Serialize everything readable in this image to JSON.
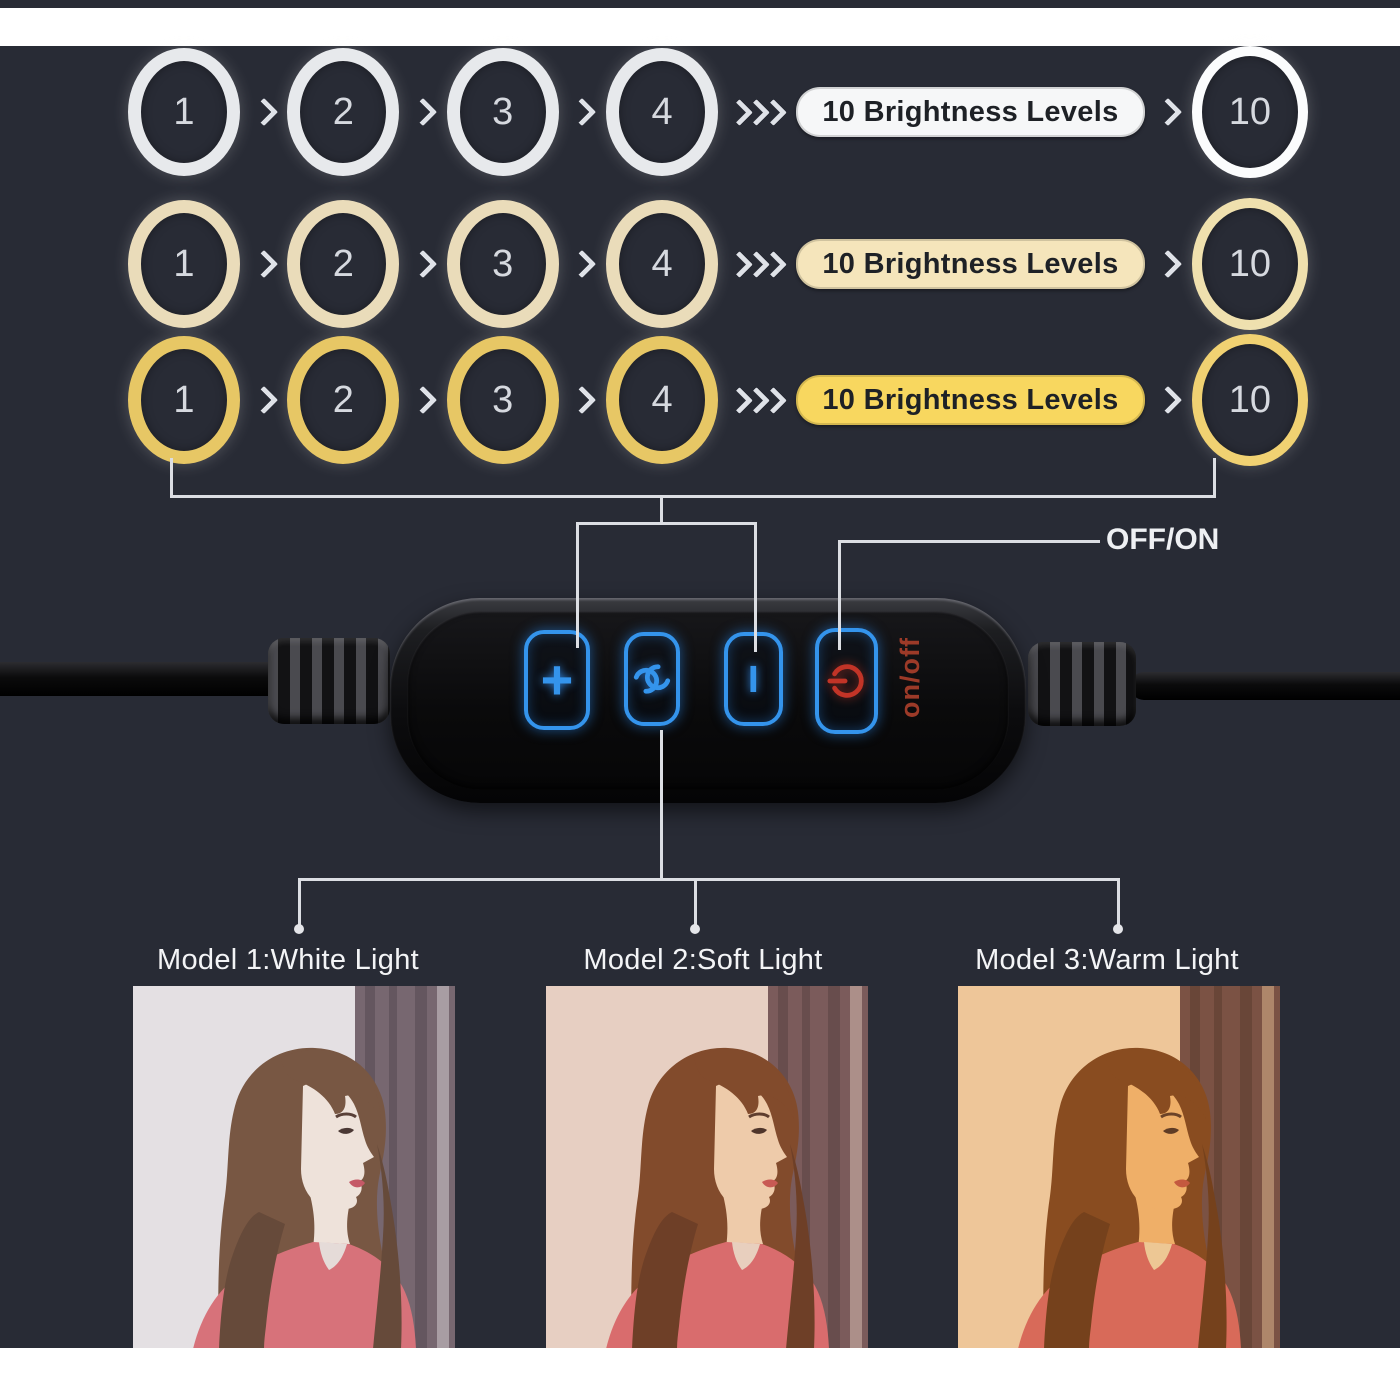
{
  "page": {
    "panel_background": "#282b35",
    "letterbox_color": "#ffffff",
    "line_color": "#dcdee3"
  },
  "icons": {
    "step_arrow": "chevron-right",
    "fast_arrow": "triple-chevron-right",
    "mode_icon": "color-cycle-swirl",
    "power_icon": "power-symbol"
  },
  "brightness_flows": [
    {
      "light": "white",
      "steps": [
        "1",
        "2",
        "3",
        "4"
      ],
      "final_step": "10",
      "badge_label": "10 Brightness Levels",
      "ring_color": "#e7e9ec",
      "final_ring_color": "#fbfcfd",
      "badge_bg": "#f6f7f8"
    },
    {
      "light": "soft",
      "steps": [
        "1",
        "2",
        "3",
        "4"
      ],
      "final_step": "10",
      "badge_label": "10 Brightness Levels",
      "ring_color": "#eadcba",
      "final_ring_color": "#efe0ae",
      "badge_bg": "#f5e5bb"
    },
    {
      "light": "warm",
      "steps": [
        "1",
        "2",
        "3",
        "4"
      ],
      "final_step": "10",
      "badge_label": "10 Brightness Levels",
      "ring_color": "#e7c765",
      "final_ring_color": "#f0d172",
      "badge_bg": "#f8d75f"
    }
  ],
  "controller": {
    "off_on_callout": "OFF/ON",
    "side_label": "on/off",
    "accent_blue": "#3494ec",
    "accent_red": "#c23427",
    "buttons": [
      {
        "name": "brightness-up",
        "symbol": "+"
      },
      {
        "name": "mode-switch",
        "symbol": "color-cycle-swirl"
      },
      {
        "name": "brightness-down",
        "symbol": "−"
      },
      {
        "name": "power",
        "symbol": "power"
      }
    ]
  },
  "models": [
    {
      "label": "Model 1:White Light",
      "palette": {
        "wall": "#e7e1e3",
        "curtain": "#6e5b62",
        "curtain_dark": "#584850",
        "hair": "#6f4930",
        "hair_dark": "#5b3a26",
        "skin": "#f2e4d8",
        "jacket": "#d9676e",
        "collar": "#e8dcd6",
        "lips": "#c44b58",
        "tone": "rgba(205,215,235,0.10)"
      }
    },
    {
      "label": "Model 2:Soft Light",
      "palette": {
        "wall": "#e5d2c9",
        "curtain": "#6d5156",
        "curtain_dark": "#574147",
        "hair": "#743f22",
        "hair_dark": "#5e321c",
        "skin": "#edcdae",
        "jacket": "#d5646a",
        "collar": "#e6d2c4",
        "lips": "#c2504f",
        "tone": "rgba(255,190,140,0.10)"
      }
    },
    {
      "label": "Model 3:Warm Light",
      "palette": {
        "wall": "#ebcfae",
        "curtain": "#5e4146",
        "curtain_dark": "#493237",
        "hair": "#6f3a1a",
        "hair_dark": "#572d15",
        "skin": "#ecb272",
        "jacket": "#d05e60",
        "collar": "#e9d0a8",
        "lips": "#b84a40",
        "tone": "rgba(255,160,60,0.18)"
      }
    }
  ]
}
